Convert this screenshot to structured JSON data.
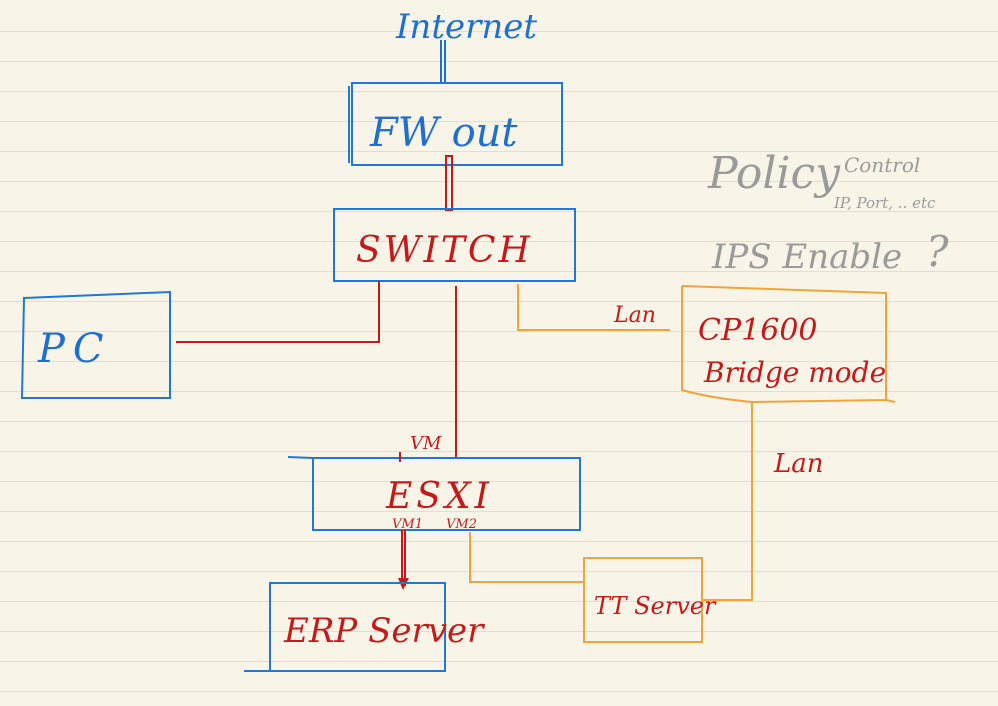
{
  "labels": {
    "internet": "Internet",
    "fw_out": "FW out",
    "switch": "SWITCH",
    "pc": "PC",
    "cp_line1": "CP1600",
    "cp_line2": "Bridge mode",
    "lan_top": "Lan",
    "lan_right": "Lan",
    "vm": "VM",
    "esxi": "ESXI",
    "vm1": "VM1",
    "vm2": "VM2",
    "erp_server": "ERP Server",
    "tt_server": "TT Server"
  },
  "notes": {
    "policy": "Policy",
    "control": "Control",
    "ip_port": "IP, Port, .. etc",
    "ips_enable": "IPS Enable",
    "question": "?"
  },
  "colors": {
    "blue": "#1f78d8",
    "red": "#c41a1a",
    "orange": "#f0a43a",
    "gray": "#9a9a9a",
    "paper": "#f8f5e8"
  }
}
